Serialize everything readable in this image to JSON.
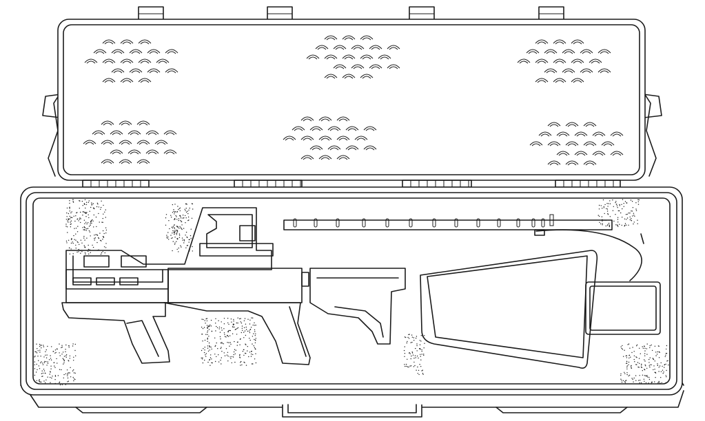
{
  "illustration": {
    "subject": "open-hard-case-with-disassembled-rifle",
    "style": "black line art on white",
    "colors": {
      "line": "#1a1a1a",
      "background": "#ffffff"
    },
    "lid": {
      "egg-crate_foam_clusters": 6,
      "latches": 4,
      "side_handles": 2
    },
    "base": {
      "hinge_segments": 4,
      "bottom_handle": 1,
      "cutouts": [
        "upper-receiver-with-optic",
        "handguard",
        "pistol-grip-lower",
        "adjustable-stock",
        "barrel-rod",
        "antenna-panel",
        "battery-pack"
      ]
    }
  }
}
